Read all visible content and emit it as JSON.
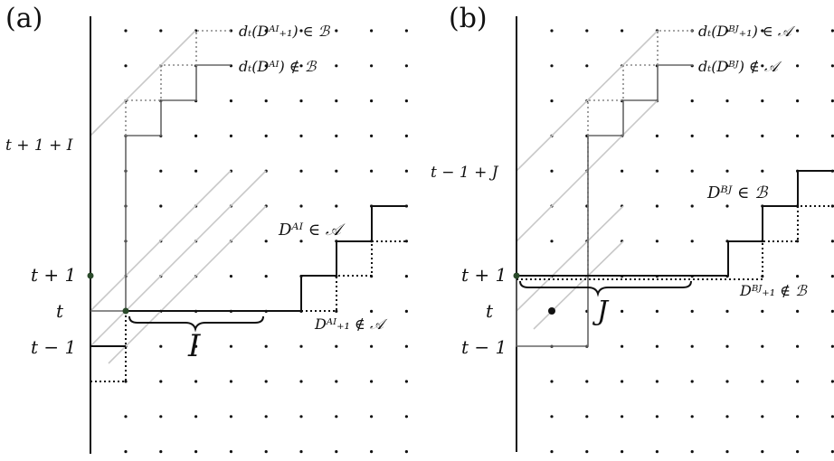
{
  "panels": [
    {
      "id": "a",
      "label": "(a)",
      "ylabels": [
        "t + 1 + I",
        "t + 1",
        "t",
        "t − 1"
      ],
      "brace_label": "I",
      "annotations": [
        "dₜ(Dᴬᴵ₊₁) ∈ ℬ",
        "dₜ(Dᴬᴵ) ∉ ℬ",
        "Dᴬᴵ ∈ 𝒜",
        "Dᴬᴵ₊₁ ∉ 𝒜"
      ]
    },
    {
      "id": "b",
      "label": "(b)",
      "ylabels": [
        "t − 1 + J",
        "t + 1",
        "t",
        "t − 1"
      ],
      "brace_label": "J",
      "annotations": [
        "dₜ(Dᴮᴶ₊₁) ∈ 𝒜",
        "dₜ(Dᴮᴶ) ∉ 𝒜",
        "Dᴮᴶ ∈ ℬ",
        "Dᴮᴶ₊₁ ∉ ℬ"
      ]
    }
  ]
}
